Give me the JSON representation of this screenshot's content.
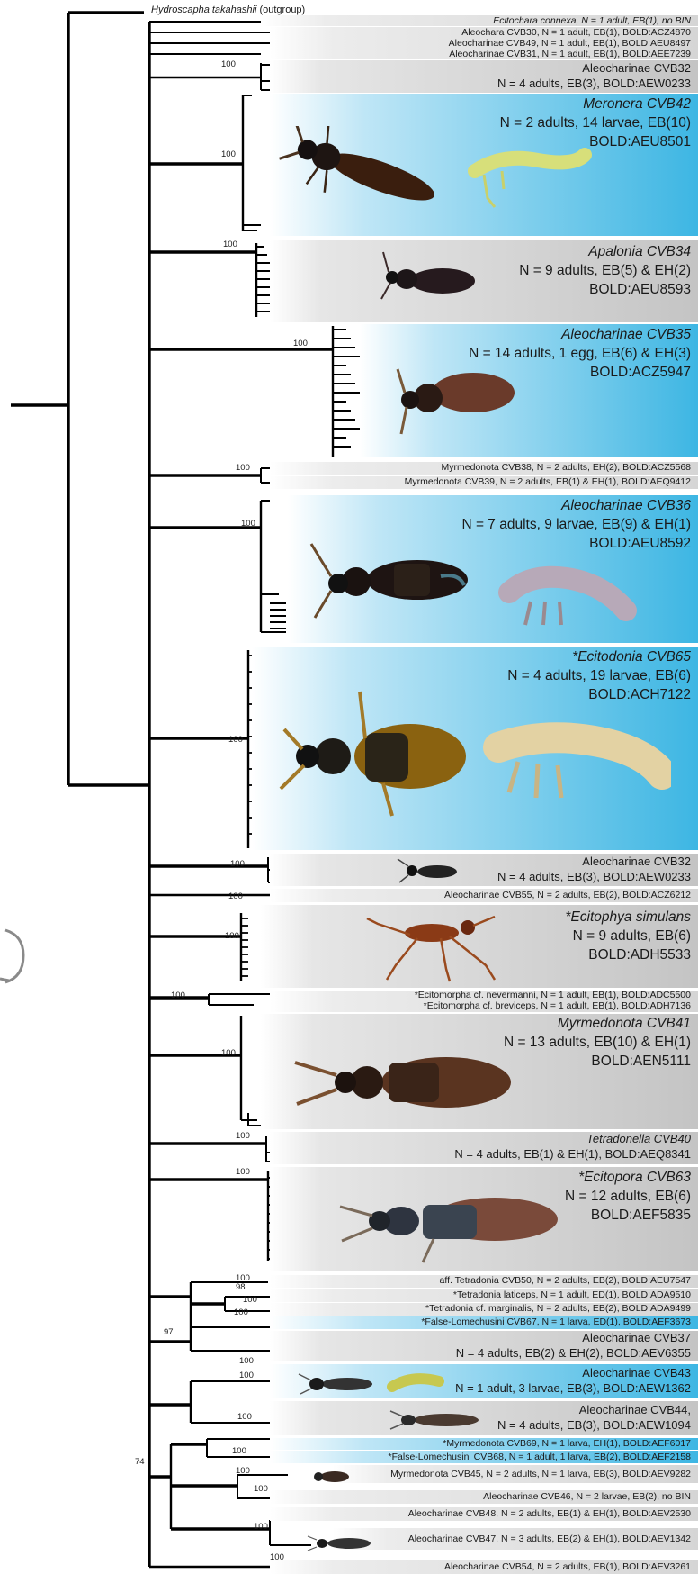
{
  "outgroup": {
    "name": "Hydroscapha takahashii",
    "suffix": " (outgroup)"
  },
  "clades": [
    {
      "italic": "",
      "plain": "Ecitochara connexa, N = 1 adult, EB(1), no BIN"
    },
    {
      "italic": "",
      "plain": "Aleochara CVB30, N = 1 adult, EB(1), BOLD:ACZ4870"
    },
    {
      "italic": "",
      "plain": "Aleocharinae CVB49, N = 1 adult, EB(1), BOLD:AEU8497"
    },
    {
      "italic": "",
      "plain": "Aleocharinae CVB31, N = 1 adult, EB(1), BOLD:AEE7239"
    },
    {
      "l1": "Aleocharinae CVB32",
      "l2": "N = 4 adults, EB(3), BOLD:AEW0233"
    },
    {
      "l1": "Meronera CVB42",
      "l2": "N = 2 adults, 14 larvae, EB(10)",
      "l3": "BOLD:AEU8501"
    },
    {
      "l1": "Apalonia CVB34",
      "l2": "N = 9 adults, EB(5) & EH(2)",
      "l3": "BOLD:AEU8593"
    },
    {
      "l1": "Aleocharinae CVB35",
      "l2": "N = 14 adults, 1 egg, EB(6) & EH(3)",
      "l3": "BOLD:ACZ5947"
    },
    {
      "plain": "Myrmedonota CVB38, N = 2 adults, EH(2), BOLD:ACZ5568"
    },
    {
      "plain": "Myrmedonota CVB39, N = 2 adults, EB(1) & EH(1), BOLD:AEQ9412"
    },
    {
      "l1": "Aleocharinae CVB36",
      "l2": "N = 7 adults, 9 larvae, EB(9) & EH(1)",
      "l3": "BOLD:AEU8592"
    },
    {
      "l1": "*Ecitodonia CVB65",
      "l2": "N = 4 adults, 19 larvae, EB(6)",
      "l3": "BOLD:ACH7122"
    },
    {
      "l1": "Aleocharinae CVB32",
      "l2": "N = 4 adults, EB(3), BOLD:AEW0233"
    },
    {
      "plain": "Aleocharinae CVB55, N = 2 adults, EB(2), BOLD:ACZ6212"
    },
    {
      "l1": "*Ecitophya simulans",
      "l2": "N = 9 adults, EB(6)",
      "l3": "BOLD:ADH5533"
    },
    {
      "plain": "*Ecitomorpha cf. nevermanni, N = 1 adult, EB(1), BOLD:ADC5500"
    },
    {
      "plain": "*Ecitomorpha cf. breviceps, N = 1 adult, EB(1), BOLD:ADH7136"
    },
    {
      "l1": "Myrmedonota CVB41",
      "l2": "N = 13 adults, EB(10) & EH(1)",
      "l3": "BOLD:AEN5111"
    },
    {
      "l1": "Tetradonella CVB40",
      "l2": "N = 4 adults, EB(1) & EH(1), BOLD:AEQ8341"
    },
    {
      "l1": "*Ecitopora CVB63",
      "l2": "N = 12 adults, EB(6)",
      "l3": "BOLD:AEF5835"
    },
    {
      "plain": "aff. Tetradonia CVB50, N = 2 adults, EB(2), BOLD:AEU7547"
    },
    {
      "plain": "*Tetradonia laticeps, N = 1 adult, ED(1), BOLD:ADA9510"
    },
    {
      "plain": "*Tetradonia cf. marginalis, N = 2 adults, EB(2), BOLD:ADA9499"
    },
    {
      "plain": "*False-Lomechusini CVB67, N = 1 larva, ED(1), BOLD:AEF3673"
    },
    {
      "l1": "Aleocharinae CVB37",
      "l2": "N = 4 adults, EB(2) & EH(2), BOLD:AEV6355"
    },
    {
      "l1": "Aleocharinae CVB43",
      "l2": "N = 1 adult, 3 larvae, EB(3), BOLD:AEW1362"
    },
    {
      "l1": "Aleocharinae CVB44,",
      "l2": "N = 4 adults, EB(3), BOLD:AEW1094"
    },
    {
      "plain": "*Myrmedonota CVB69, N = 1 larva, EH(1), BOLD:AEF6017"
    },
    {
      "plain": "*False-Lomechusini CVB68, N = 1 adult, 1 larva, EB(2), BOLD:AEF2158"
    },
    {
      "plain": "Myrmedonota CVB45, N = 2 adults, N = 1 larva, EB(3), BOLD:AEV9282"
    },
    {
      "plain": "Aleocharinae CVB46, N = 2 larvae, EB(2), no BIN"
    },
    {
      "plain": "Aleocharinae CVB48, N = 2 adults, EB(1) & EH(1), BOLD:AEV2530"
    },
    {
      "plain": "Aleocharinae CVB47, N = 3 adults, EB(2) & EH(1), BOLD:AEV1342"
    },
    {
      "plain": "Aleocharinae CVB54, N = 2 adults, EB(1), BOLD:AEV3261"
    }
  ],
  "support": [
    "100",
    "100",
    "100",
    "100",
    "100",
    "100",
    "100",
    "100",
    "100",
    "100",
    "100",
    "100",
    "100",
    "100",
    "100",
    "98",
    "100",
    "100",
    "97",
    "100",
    "100",
    "100",
    "74",
    "100",
    "100",
    "100",
    "100",
    "100"
  ],
  "colors": {
    "blue": "#3db6e3",
    "gray": "#c4c4c4",
    "tree": "#000000"
  }
}
